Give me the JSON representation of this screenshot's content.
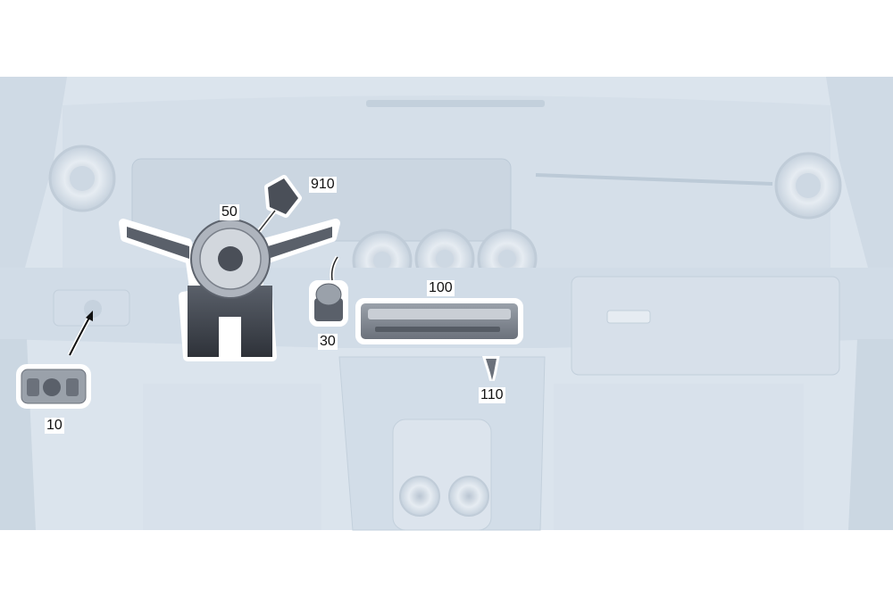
{
  "callouts": {
    "c910": "910",
    "c50": "50",
    "c100": "100",
    "c30": "30",
    "c110": "110",
    "c10": "10"
  },
  "colors": {
    "background": "#ffffff",
    "interior": "#d9e2ec",
    "interior_dark": "#c9d5e1",
    "interior_edge": "#b8c6d4",
    "part_dark": "#3b4049",
    "part_mid": "#6b717b",
    "part_light": "#aeb4bd",
    "arrow": "#111111"
  }
}
